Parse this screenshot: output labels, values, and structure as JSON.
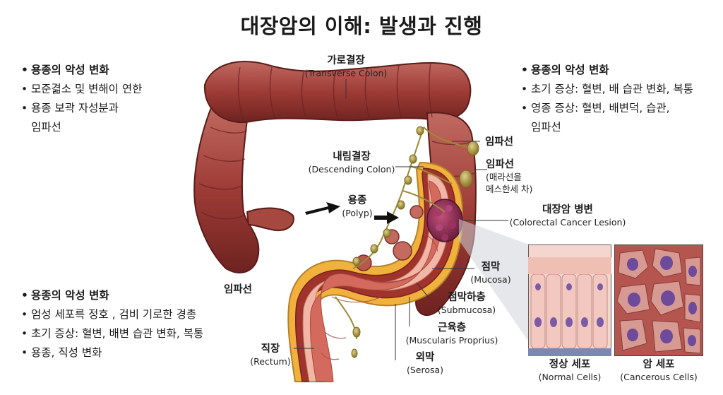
{
  "title": "대장암의 이해: 발생과 진행",
  "left_top_bullets": {
    "heading": "용종의 악성 변화",
    "items": [
      "모준겳소 및 변해이 연한",
      "용종 보곽 자성분과"
    ],
    "continuation": "임파선"
  },
  "right_top_bullets": {
    "heading": "용종의 악성 변화",
    "items": [
      "초기 증상: 혈변, 배 습관 변화, 복통",
      "영종 증상: 혈변,  배변덕, 습관,"
    ],
    "continuation": "임파선"
  },
  "left_bottom_bullets": {
    "heading": "용종의 악성 변화",
    "items": [
      "엄성 세포륵 정호 , 검비 기로한 경총",
      "초기 증상: 혈변, 배변 습관 변화, 복통",
      "용종, 직성 변화"
    ]
  },
  "labels": {
    "transverse": {
      "ko": "가로결장",
      "en": "(Transverse Colon)"
    },
    "descending": {
      "ko": "내림결장",
      "en": "(Descending Colon)"
    },
    "polyp": {
      "ko": "용종",
      "en": "(Polyp)"
    },
    "lymph_top": {
      "ko": "임파선"
    },
    "lymph_side": {
      "ko": "임파선",
      "en1": "(매라선을",
      "en2": "메스한세 차)"
    },
    "lesion": {
      "ko": "대장암 병변",
      "en": "(Colorectal Cancer Lesion)"
    },
    "mucosa": {
      "ko": "점막",
      "en": "(Mucosa)"
    },
    "submucosa": {
      "ko": "점막하층",
      "en": "(Submucosa)"
    },
    "muscularis": {
      "ko": "근육층",
      "en": "(Muscularis Proprius)"
    },
    "serosa": {
      "ko": "외막",
      "en": "(Serosa)"
    },
    "rectum": {
      "ko": "직장",
      "en": "(Rectum)"
    },
    "lymph_left": {
      "ko": "임파선"
    },
    "normal_cells": {
      "ko": "정상 세포",
      "en": "(Normal Cells)"
    },
    "cancer_cells": {
      "ko": "암 세포",
      "en": "(Cancerous Cells)"
    }
  },
  "colors": {
    "colon": "#9e3b36",
    "colon_dark": "#6e2320",
    "colon_light": "#c76a5f",
    "serosa": "#f0b23c",
    "mucosa": "#e58b7c",
    "lymph": "#b7a24a",
    "tumor": "#8e2f55"
  }
}
